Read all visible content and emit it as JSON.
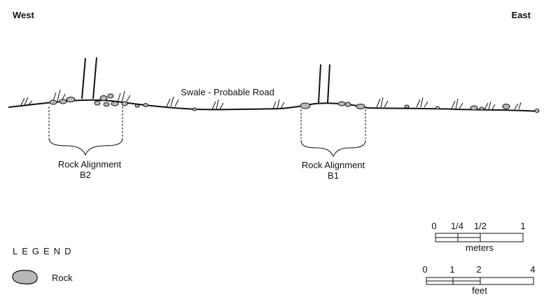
{
  "orientation": {
    "west": "West",
    "east": "East"
  },
  "labels": {
    "swale": "Swale - Probable Road",
    "b2_title": "Rock Alignment",
    "b2_id": "B2",
    "b1_title": "Rock Alignment",
    "b1_id": "B1"
  },
  "legend": {
    "title": "LEGEND",
    "rock_label": "Rock",
    "rock_color": "#b8b8b8"
  },
  "scale_meters": {
    "ticks": [
      "0",
      "1/4",
      "1/2",
      "1"
    ],
    "unit": "meters"
  },
  "scale_feet": {
    "ticks": [
      "0",
      "1",
      "2",
      "4"
    ],
    "unit": "feet"
  },
  "colors": {
    "ink": "#111111",
    "rock_fill": "#b8b8b8"
  }
}
